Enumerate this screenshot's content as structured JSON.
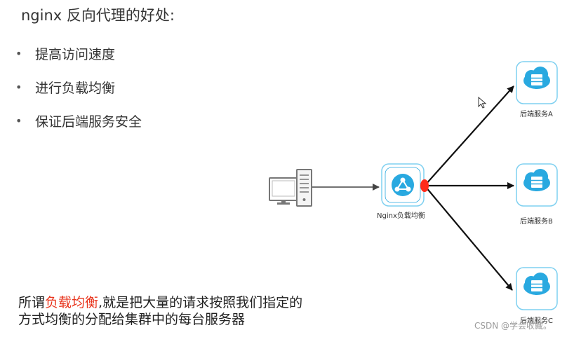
{
  "title": "nginx 反向代理的好处:",
  "benefits": [
    {
      "label": "提高访问速度"
    },
    {
      "label": "进行负载均衡"
    },
    {
      "label": "保证后端服务安全"
    }
  ],
  "description": {
    "prefix": "所谓",
    "highlight": "负载均衡",
    "rest": ",就是把大量的请求按照我们指定的方式均衡的分配给集群中的每台服务器"
  },
  "diagram": {
    "load_balancer_label": "Nginx负载均衡",
    "servers": [
      {
        "label": "后端服务A"
      },
      {
        "label": "后端服务B"
      },
      {
        "label": "后端服务C"
      }
    ]
  },
  "watermark": "CSDN @学会收藏。",
  "colors": {
    "icon_blue": "#29a9e0",
    "icon_border": "#7fd0f0",
    "highlight_red": "#e8341c",
    "connector_red": "#ff2a1a"
  }
}
